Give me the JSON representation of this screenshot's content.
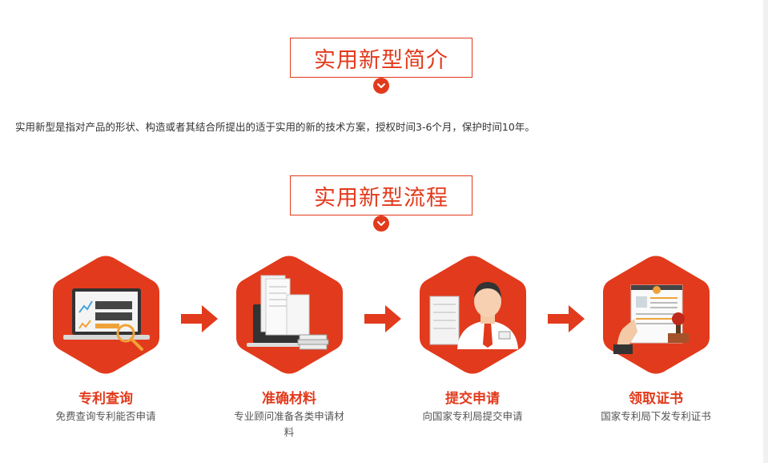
{
  "intro_section": {
    "title": "实用新型简介",
    "description": "实用新型是指对产品的形状、构造或者其结合所提出的适于实用的新的技术方案，授权时间3-6个月，保护时间10年。"
  },
  "process_section": {
    "title": "实用新型流程",
    "steps": [
      {
        "title": "专利查询",
        "description": "免费查询专利能否申请",
        "icon": "laptop-search-icon"
      },
      {
        "title": "准确材料",
        "description": "专业顾问准备各类申请材\n料",
        "icon": "documents-laptop-icon"
      },
      {
        "title": "提交申请",
        "description": "向国家专利局提交申请",
        "icon": "consultant-person-icon"
      },
      {
        "title": "领取证书",
        "description": "国家专利局下发专利证书",
        "icon": "certificate-stamp-icon"
      }
    ]
  },
  "colors": {
    "accent": "#e23a1c",
    "text": "#333333",
    "muted": "#555555"
  }
}
